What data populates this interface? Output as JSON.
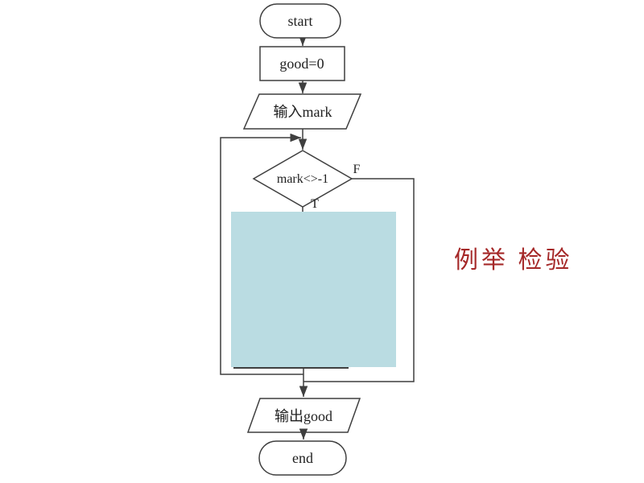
{
  "slide": {
    "background": "#ffffff"
  },
  "flowchart": {
    "nodes": {
      "start": {
        "label": "start",
        "type": "terminator"
      },
      "init": {
        "label": "good=0",
        "type": "process"
      },
      "input": {
        "label": "输入mark",
        "type": "input-output"
      },
      "decision": {
        "label": "mark<>-1",
        "type": "decision"
      },
      "output": {
        "label": "输出good",
        "type": "input-output"
      },
      "end": {
        "label": "end",
        "type": "terminator"
      }
    },
    "branch_labels": {
      "false": "F",
      "true": "T"
    },
    "colors": {
      "line": "#3f3f3f",
      "shape_fill": "#ffffff",
      "overlay_fill": "#badce2"
    }
  },
  "annotation": {
    "text": "例举 检验",
    "color": "#a52828"
  }
}
